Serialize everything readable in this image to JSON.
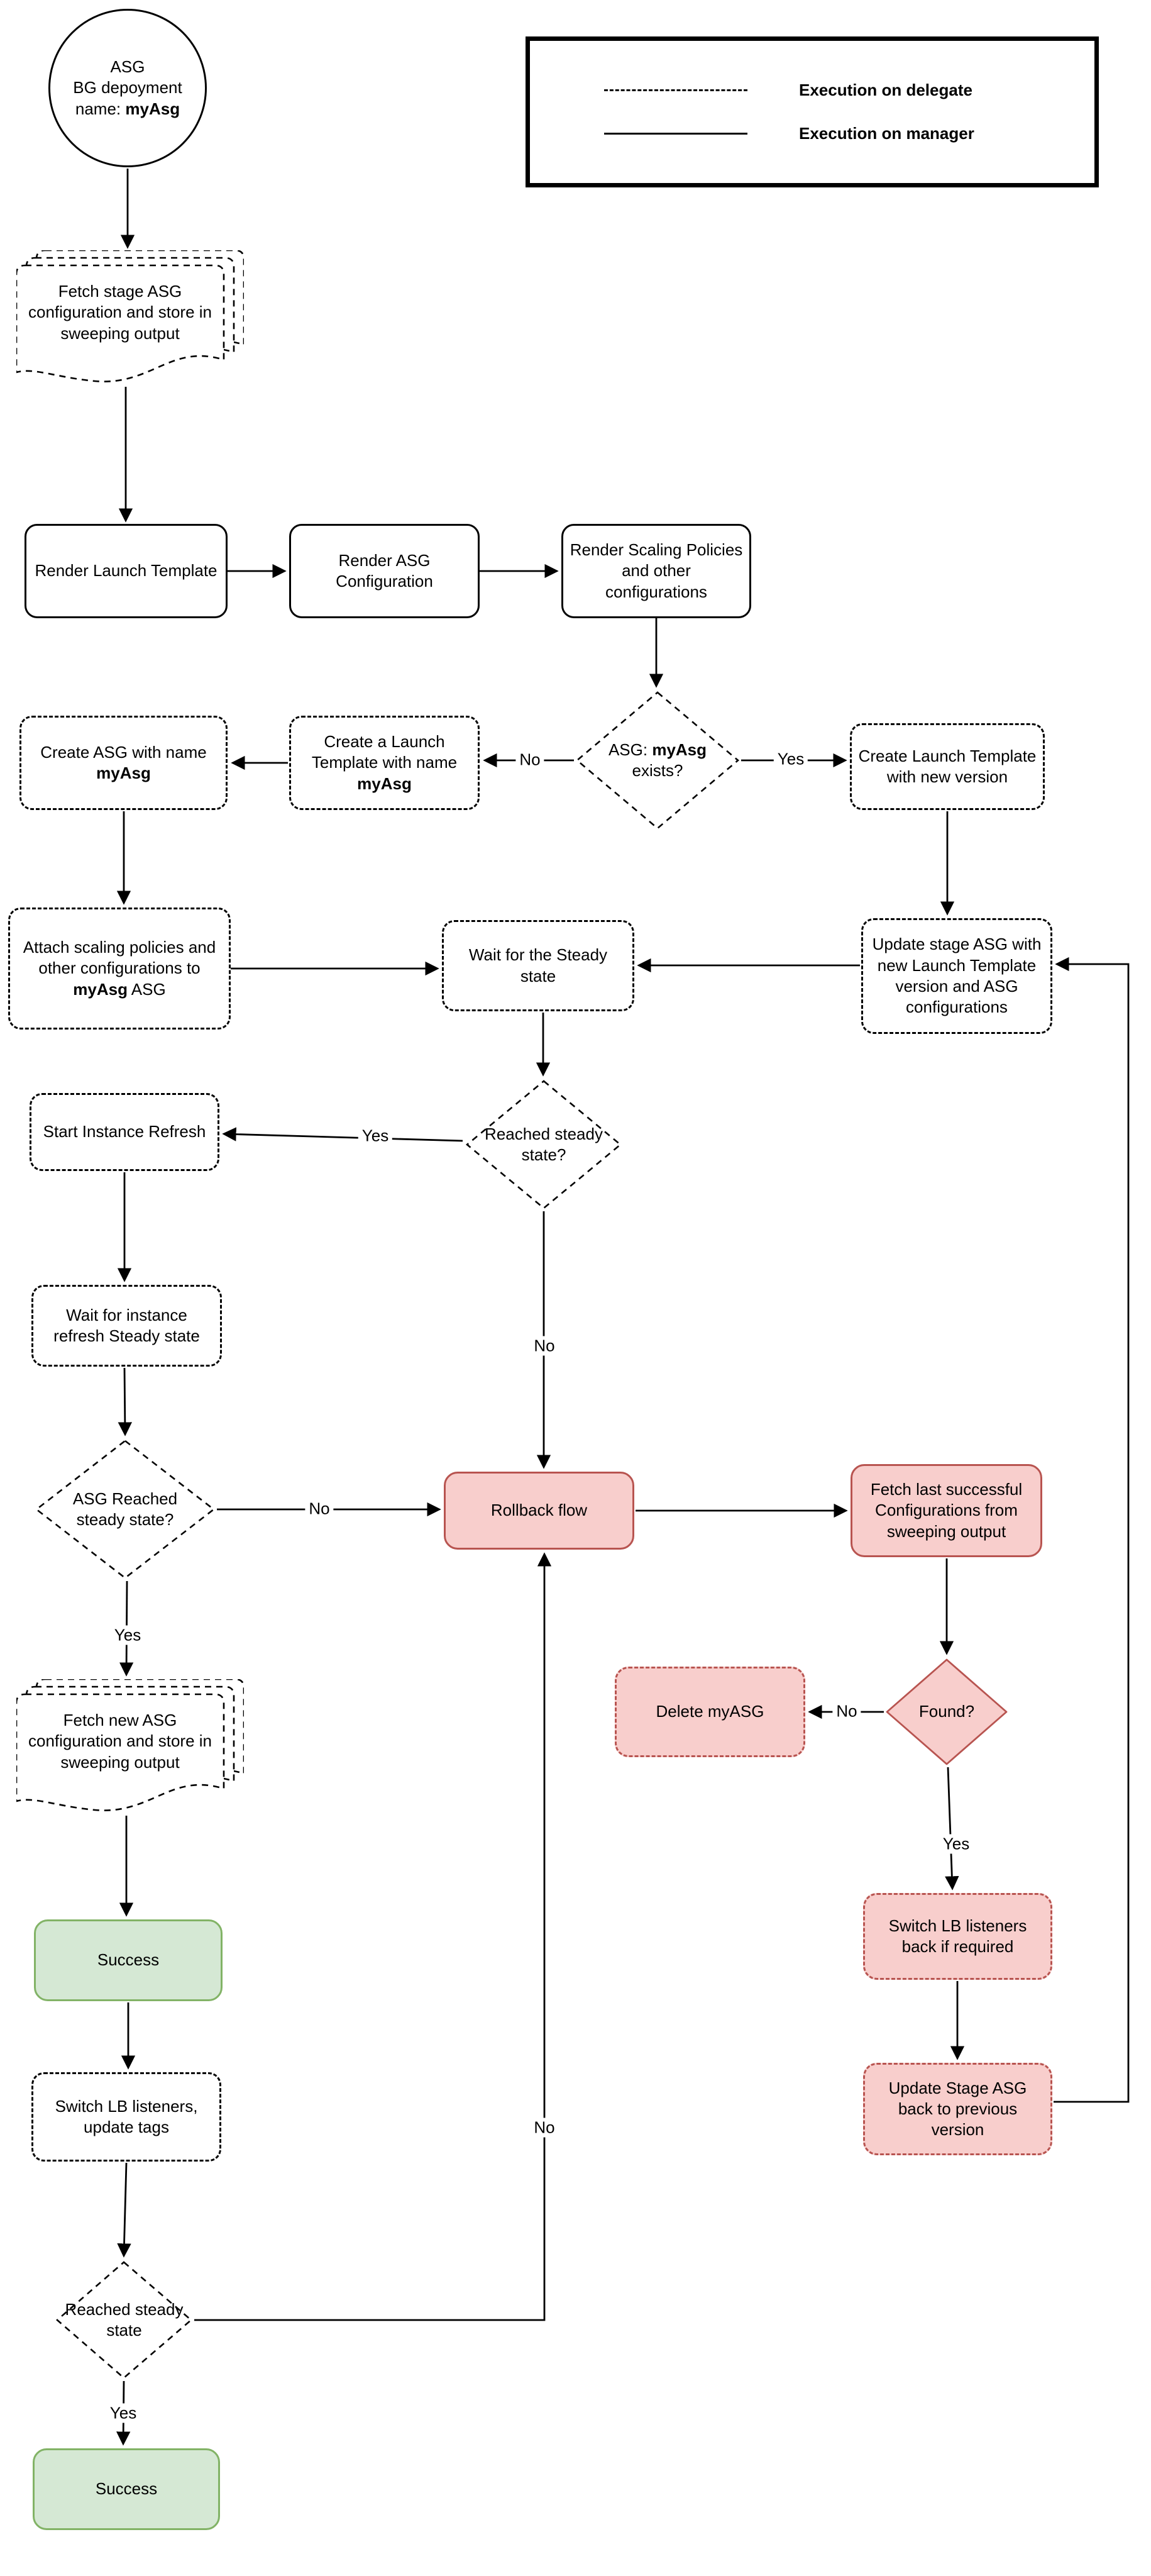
{
  "legend": {
    "items": [
      {
        "style": "dashed",
        "label": "Execution on delegate"
      },
      {
        "style": "solid",
        "label": "Execution on manager"
      }
    ]
  },
  "nodes": {
    "start": {
      "line1": "ASG",
      "line2": "BG depoyment",
      "line3_pre": "name: ",
      "line3_bold": "myAsg"
    },
    "fetch_stage": {
      "label": "Fetch stage ASG configuration and store in sweeping output"
    },
    "render_launch": {
      "label": "Render Launch Template"
    },
    "render_asg": {
      "label": "Render ASG Configuration"
    },
    "render_scaling": {
      "label": "Render Scaling Policies and other configurations"
    },
    "asg_exists": {
      "pre": "ASG: ",
      "bold": "myAsg",
      "post": " exists?"
    },
    "create_lt_named": {
      "pre": "Create a Launch Template with name ",
      "bold": "myAsg"
    },
    "create_asg": {
      "pre": "Create ASG with name ",
      "bold": "myAsg"
    },
    "create_lt_new": {
      "label": "Create Launch Template with new version"
    },
    "attach_policies": {
      "pre": "Attach scaling policies and other configurations to ",
      "bold": "myAsg",
      "post": " ASG"
    },
    "wait_steady": {
      "label": "Wait for the Steady state"
    },
    "update_stage_asg": {
      "label": "Update stage ASG with new Launch Template version and ASG configurations"
    },
    "reached_steady_1": {
      "label": "Reached steady state?"
    },
    "start_instance_refresh": {
      "label": "Start Instance Refresh"
    },
    "wait_instance_refresh": {
      "label": "Wait for instance refresh Steady state"
    },
    "asg_reached_steady": {
      "label": "ASG Reached steady state?"
    },
    "rollback": {
      "label": "Rollback flow"
    },
    "fetch_last": {
      "label": "Fetch last successful Configurations from sweeping output"
    },
    "found": {
      "label": "Found?"
    },
    "delete_myasg": {
      "label": "Delete myASG"
    },
    "fetch_new": {
      "label": "Fetch new ASG configuration and store in sweeping output"
    },
    "success_1": {
      "label": "Success"
    },
    "switch_lb": {
      "label": "Switch LB listeners, update tags"
    },
    "switch_lb_back": {
      "label": "Switch LB listeners back if required"
    },
    "update_stage_back": {
      "label": "Update Stage ASG back to previous version"
    },
    "reached_steady_2": {
      "label": "Reached steady state"
    },
    "success_2": {
      "label": "Success"
    }
  },
  "edge_labels": {
    "asg_exists_no": "No",
    "asg_exists_yes": "Yes",
    "reached_steady_1_yes": "Yes",
    "reached_steady_1_no": "No",
    "asg_reached_no": "No",
    "asg_reached_yes": "Yes",
    "found_no": "No",
    "found_yes": "Yes",
    "reached_steady_2_no": "No",
    "reached_steady_2_yes": "Yes"
  },
  "colors": {
    "line": "#000000",
    "red_fill": "#f8cecc",
    "red_stroke": "#b85450",
    "green_fill": "#d5e8d4",
    "green_stroke": "#82b366"
  }
}
